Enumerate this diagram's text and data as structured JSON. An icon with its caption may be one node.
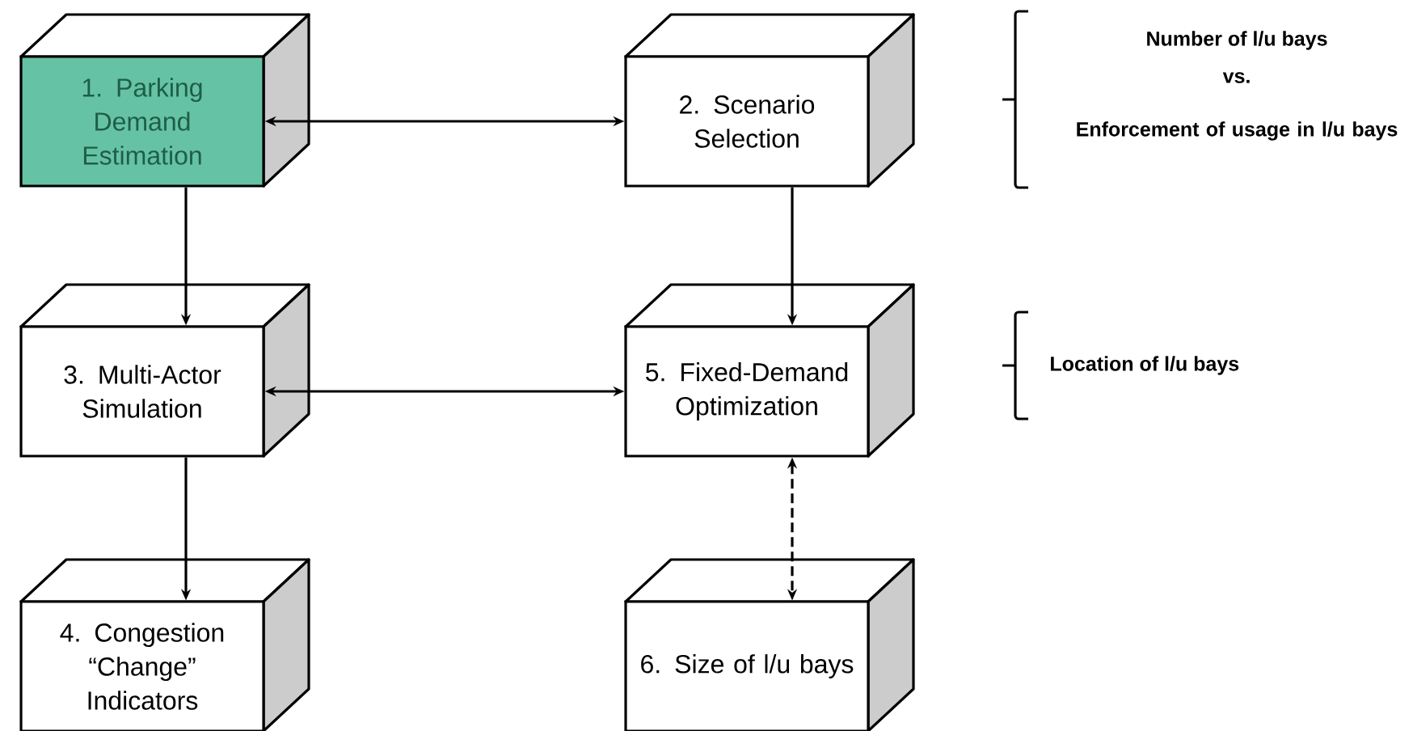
{
  "diagram": {
    "nodes": [
      {
        "text": [
          "1. Parking Demand Estimation"
        ]
      },
      {
        "text": [
          "2. Scenario Selection"
        ]
      },
      {
        "text": [
          "3. Multi-Actor Simulation"
        ]
      },
      {
        "text": [
          "5. Fixed-Demand Optimization"
        ]
      },
      {
        "text": [
          "4. Congestion “Change” Indicators"
        ]
      },
      {
        "text": [
          "6. Size of l/u bays"
        ]
      }
    ],
    "edges": [
      {
        "from": 0,
        "to": 1,
        "arrow": "both"
      },
      {
        "from": 0,
        "to": 2,
        "arrow": "to"
      },
      {
        "from": 1,
        "to": 3,
        "arrow": "to"
      },
      {
        "from": 2,
        "to": 3,
        "arrow": "both"
      },
      {
        "from": 2,
        "to": 4,
        "arrow": "to"
      },
      {
        "from": 3,
        "to": 5,
        "arrow": "both",
        "style": "dashed"
      }
    ],
    "labels": [
      "Number of l/u bays",
      "vs.",
      "Enforcement of usage in l/u bays",
      "Location of l/u bays"
    ]
  }
}
